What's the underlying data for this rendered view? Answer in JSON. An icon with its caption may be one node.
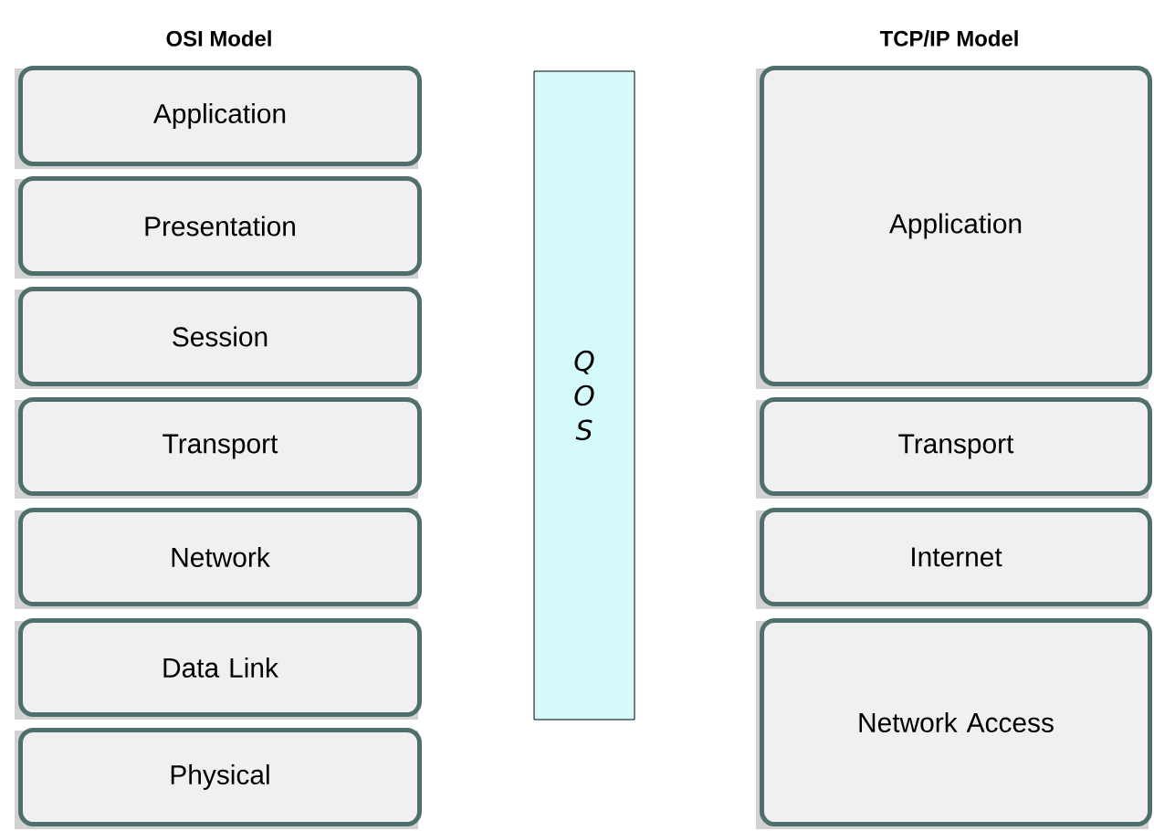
{
  "diagram": {
    "nodes": [
      {
        "text": [
          "Application"
        ]
      },
      {
        "text": [
          "Presentation"
        ]
      },
      {
        "text": [
          "Session"
        ]
      },
      {
        "text": [
          "Transport"
        ]
      },
      {
        "text": [
          "Network"
        ]
      },
      {
        "text": [
          "Data Link"
        ]
      },
      {
        "text": [
          "Physical"
        ]
      },
      {
        "text": [
          "Q O S"
        ]
      },
      {
        "text": [
          "Application"
        ]
      },
      {
        "text": [
          "Transport"
        ]
      },
      {
        "text": [
          "Internet"
        ]
      },
      {
        "text": [
          "Network Access"
        ]
      }
    ],
    "labels": [
      "OSI Model",
      "TCP/IP Model"
    ]
  }
}
